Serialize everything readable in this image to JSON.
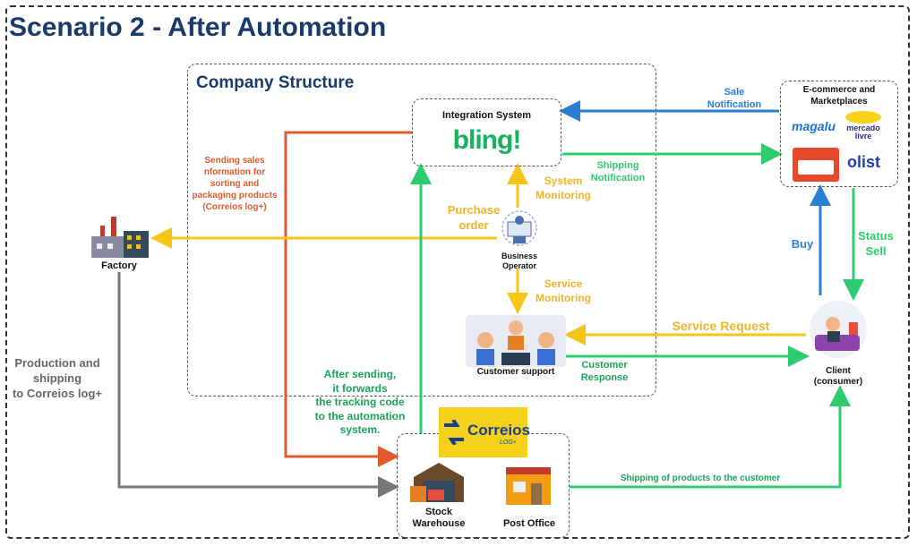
{
  "title": "Scenario 2 - After Automation",
  "company_structure": "Company Structure",
  "integration": {
    "title": "Integration System",
    "logo": "bling!"
  },
  "ecommerce": {
    "title_line1": "E-commerce and",
    "title_line2": "Marketplaces",
    "magalu": "magalu",
    "mercado_line1": "mercado",
    "mercado_line2": "livre",
    "olist": "olist"
  },
  "factory": "Factory",
  "operator": {
    "line1": "Business",
    "line2": "Operator"
  },
  "support": "Customer support",
  "client": {
    "line1": "Client",
    "line2": "(consumer)"
  },
  "correios": {
    "name": "Correios",
    "sub": "LOG+"
  },
  "stock": {
    "line1": "Stock",
    "line2": "Warehouse"
  },
  "post_office": "Post Office",
  "annotations": {
    "sending_sales": [
      "Sending sales",
      "nformation for",
      "sorting and",
      "packaging products",
      "(Correios log+)"
    ],
    "sale_notification": [
      "Sale",
      "Notification"
    ],
    "shipping_notification": [
      "Shipping",
      "Notification"
    ],
    "system_monitoring": [
      "System",
      "Monitoring"
    ],
    "purchase_order": [
      "Purchase",
      "order"
    ],
    "service_monitoring": [
      "Service",
      "Monitoring"
    ],
    "buy": "Buy",
    "status_sell": [
      "Status",
      "Sell"
    ],
    "service_request": "Service Request",
    "customer_response": [
      "Customer",
      "Response"
    ],
    "production": [
      "Production and",
      "shipping",
      "to Correios log+"
    ],
    "after_sending": [
      "After sending,",
      "it forwards",
      "the tracking code",
      "to the automation",
      "system."
    ],
    "shipping_products": "Shipping of products to the customer"
  },
  "colors": {
    "orange": "#e05a2b",
    "yellow": "#f5c518",
    "green": "#2ecc71",
    "blue": "#2a7fd4",
    "gray": "#777777",
    "navy": "#1a3a6b"
  }
}
